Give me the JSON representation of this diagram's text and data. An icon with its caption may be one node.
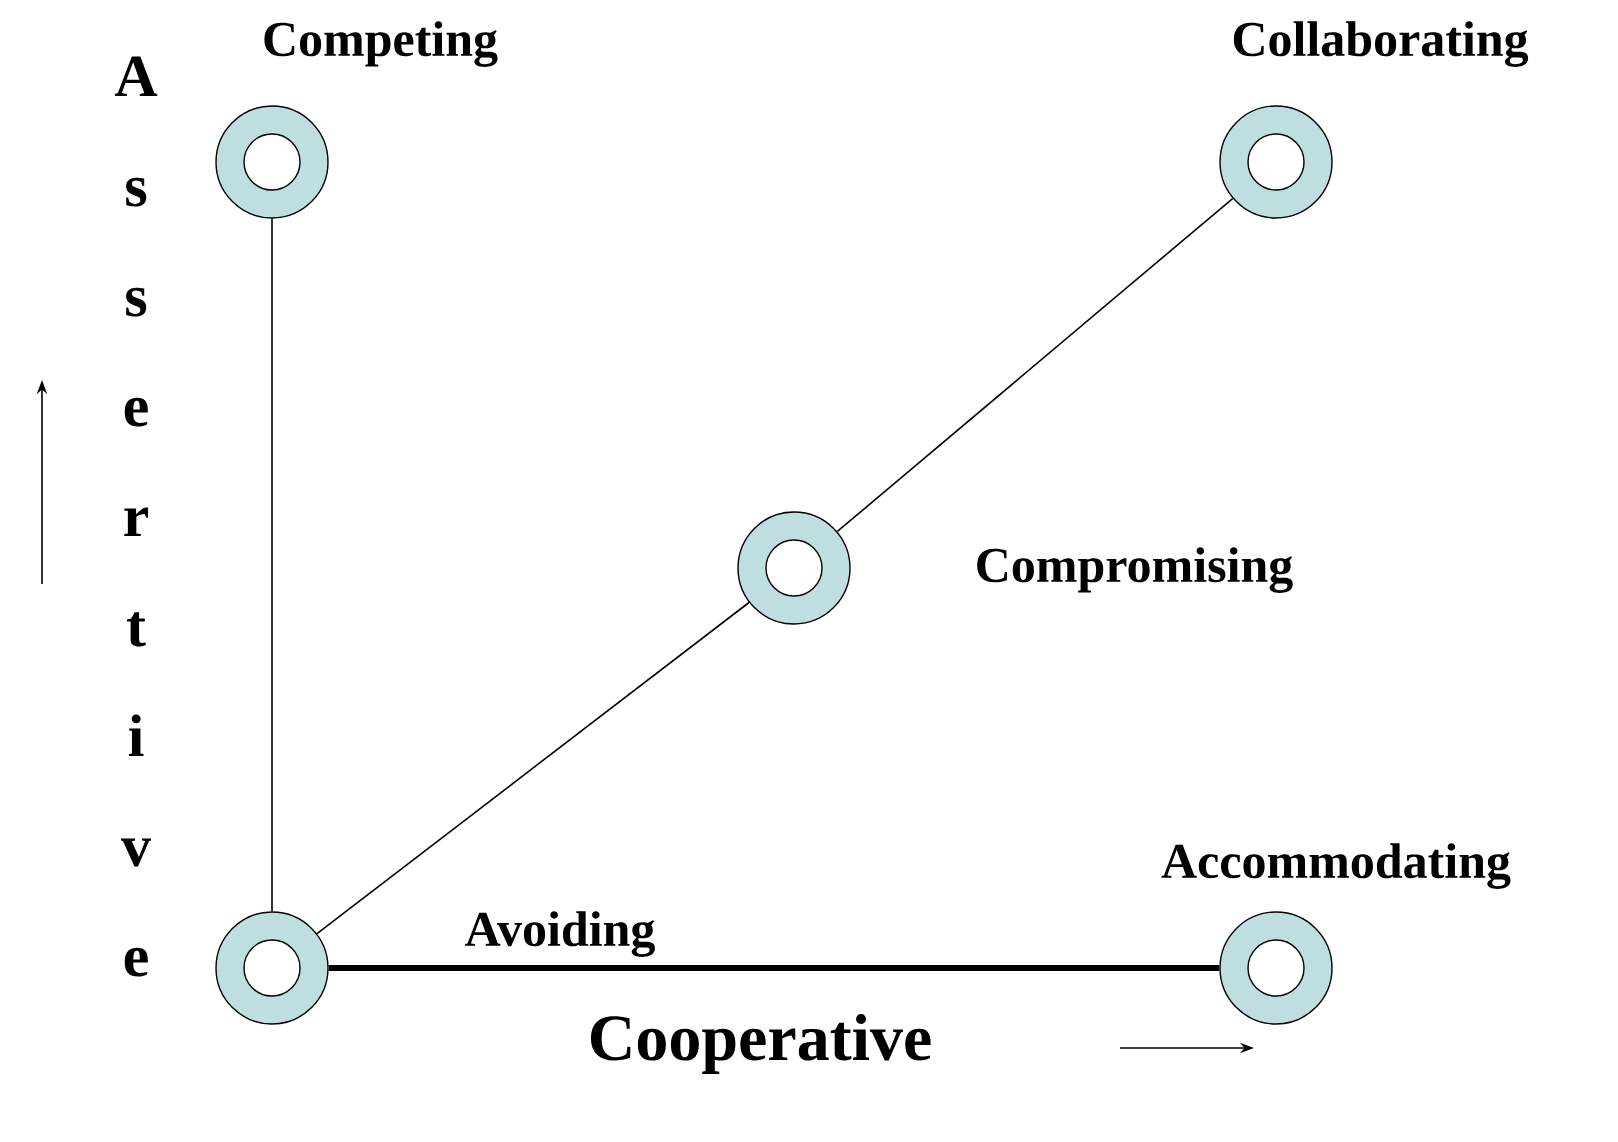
{
  "diagram": {
    "nodes": [
      {
        "text": [
          "Competing"
        ]
      },
      {
        "text": [
          "Collaborating"
        ]
      },
      {
        "text": [
          "Compromising"
        ]
      },
      {
        "text": [
          "Avoiding"
        ]
      },
      {
        "text": [
          "Accommodating"
        ]
      }
    ],
    "edges": [
      {
        "from": 3,
        "to": 0,
        "arrow": "none"
      },
      {
        "from": 3,
        "to": 2,
        "arrow": "none"
      },
      {
        "from": 2,
        "to": 1,
        "arrow": "none"
      },
      {
        "from": 3,
        "to": 4,
        "arrow": "none",
        "style": "thick"
      }
    ],
    "labels": [
      "Assertive",
      "Cooperative"
    ]
  }
}
